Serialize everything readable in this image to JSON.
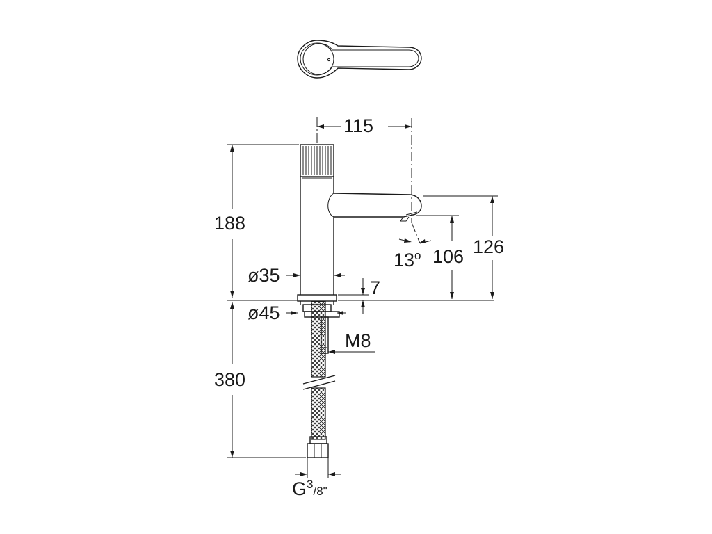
{
  "dimensions": {
    "spout_reach": "115",
    "total_height": "188",
    "body_diameter": "ø35",
    "base_diameter": "ø45",
    "base_height": "7",
    "thread": "M8",
    "hose_length": "380",
    "spout_angle": "13",
    "angle_unit": "o",
    "outlet_height": "106",
    "spout_height": "126",
    "connection_prefix": "G",
    "connection_num": "3",
    "connection_den": "/8\""
  }
}
